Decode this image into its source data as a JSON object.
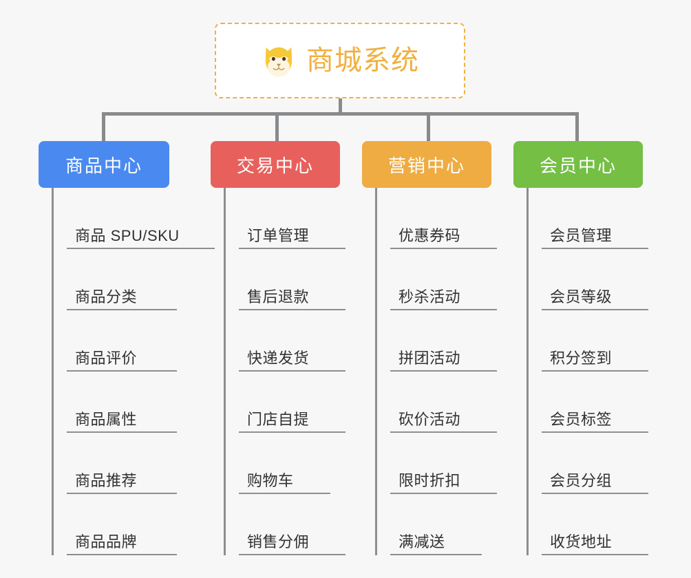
{
  "root": {
    "title": "商城系统",
    "icon": "shiba-dog-icon",
    "border_color": "#f0b040",
    "text_color": "#f0b040",
    "background": "#ffffff"
  },
  "canvas": {
    "background": "#f7f7f7",
    "connector_color": "#888a8c"
  },
  "columns": [
    {
      "category": "商品中心",
      "color": "#4a8af0",
      "items": [
        "商品 SPU/SKU",
        "商品分类",
        "商品评价",
        "商品属性",
        "商品推荐",
        "商品品牌"
      ]
    },
    {
      "category": "交易中心",
      "color": "#e8605c",
      "items": [
        "订单管理",
        "售后退款",
        "快递发货",
        "门店自提",
        "购物车",
        "销售分佣"
      ]
    },
    {
      "category": "营销中心",
      "color": "#eeac42",
      "items": [
        "优惠券码",
        "秒杀活动",
        "拼团活动",
        "砍价活动",
        "限时折扣",
        "满减送"
      ]
    },
    {
      "category": "会员中心",
      "color": "#74bf44",
      "items": [
        "会员管理",
        "会员等级",
        "积分签到",
        "会员标签",
        "会员分组",
        "收货地址"
      ]
    }
  ]
}
